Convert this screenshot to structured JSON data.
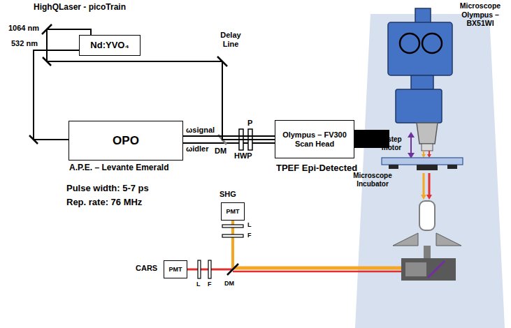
{
  "diagram": {
    "nodes": [
      {
        "text": [
          "Nd:YVO₄"
        ]
      },
      {
        "text": [
          "OPO",
          "A.P.E. – Levante Emerald"
        ]
      },
      {
        "text": [
          "Olympus – FV300 Scan Head"
        ]
      },
      {
        "text": [
          "PMT"
        ]
      },
      {
        "text": [
          "PMT"
        ]
      }
    ],
    "edges": [
      {
        "from": 0,
        "to": 1,
        "arrow": "none"
      },
      {
        "from": 0,
        "to": 2,
        "arrow": "none"
      },
      {
        "from": 1,
        "to": 2,
        "arrow": "none"
      }
    ],
    "labels": [
      "HighQLaser - picoTrain",
      "1064 nm",
      "532 nm",
      "Delay Line",
      "ωsignal",
      "ωidler",
      "DM",
      "HWP",
      "P",
      "TPEF Epi-Detected",
      "Microscope Olympus – BX51WI",
      "Pulse width: 5-7 ps",
      "Rep. rate: 76 MHz",
      "Z step motor",
      "Microscope Incubator",
      "SHG",
      "L",
      "F",
      "CARS",
      "L",
      "F",
      "DM"
    ]
  }
}
